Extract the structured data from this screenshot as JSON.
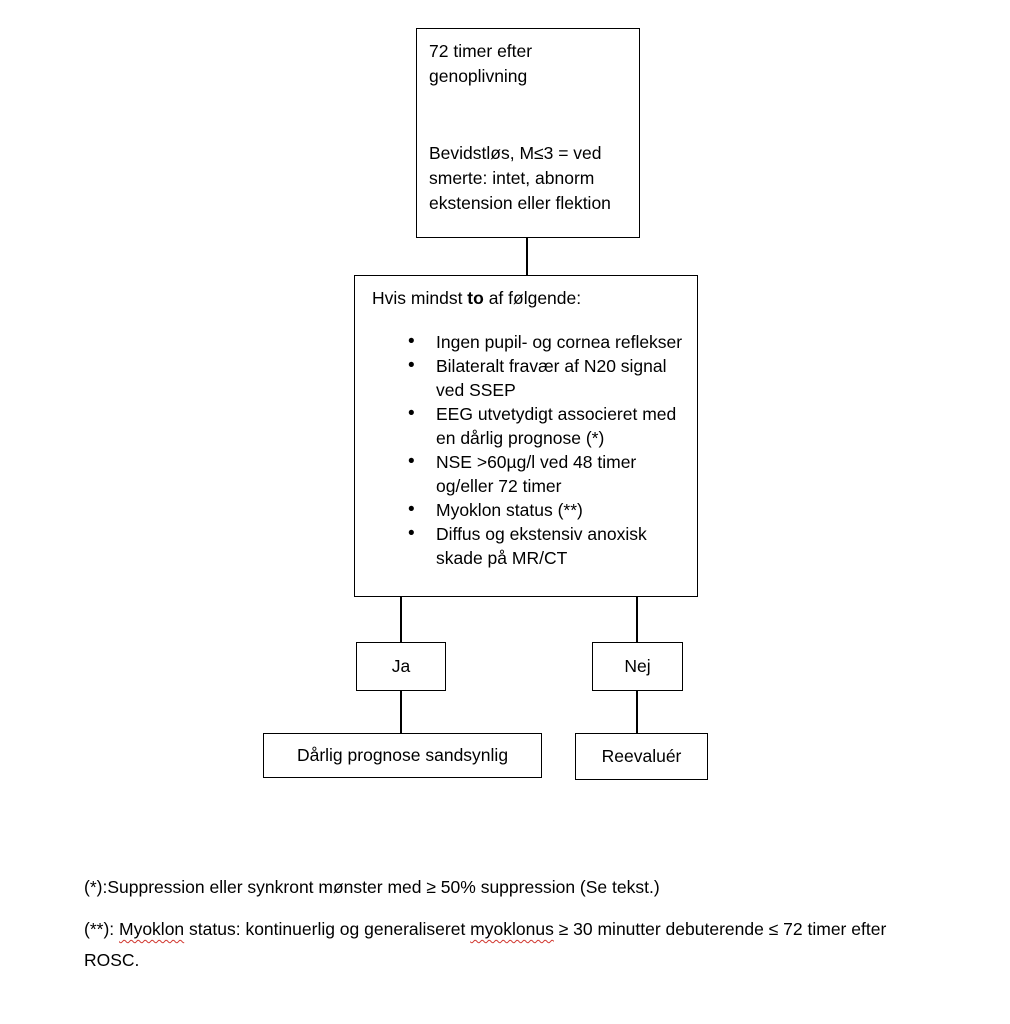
{
  "flowchart": {
    "start_box": {
      "para1": "72 timer efter genoplivning",
      "para2": "Bevidstløs, M≤3 = ved smerte: intet, abnorm ekstension eller flektion"
    },
    "criteria_box": {
      "heading_prefix": "Hvis mindst ",
      "heading_bold": "to",
      "heading_suffix": " af følgende:",
      "items": [
        "Ingen pupil- og cornea reflekser",
        "Bilateralt fravær af N20 signal ved SSEP",
        "EEG utvetydigt associeret med en dårlig prognose (*)",
        "NSE >60µg/l ved 48 timer og/eller 72 timer",
        "Myoklon status (**)",
        "Diffus og ekstensiv anoxisk skade på MR/CT"
      ]
    },
    "yes_label": "Ja",
    "no_label": "Nej",
    "yes_outcome": "Dårlig prognose sandsynlig",
    "no_outcome": "Reevaluér"
  },
  "footnotes": {
    "note1": "(*):Suppression eller synkront mønster med ≥ 50% suppression (Se tekst.)",
    "note2_prefix": "(**): ",
    "note2_misspelled1": "Myoklon",
    "note2_mid": " status: kontinuerlig og generaliseret ",
    "note2_misspelled2": "myoklonus",
    "note2_suffix": " ≥ 30 minutter debuterende ≤ 72 timer efter ROSC."
  },
  "colors": {
    "background": "#ffffff",
    "border": "#000000",
    "text": "#000000",
    "spellcheck_underline": "#d0342c"
  }
}
